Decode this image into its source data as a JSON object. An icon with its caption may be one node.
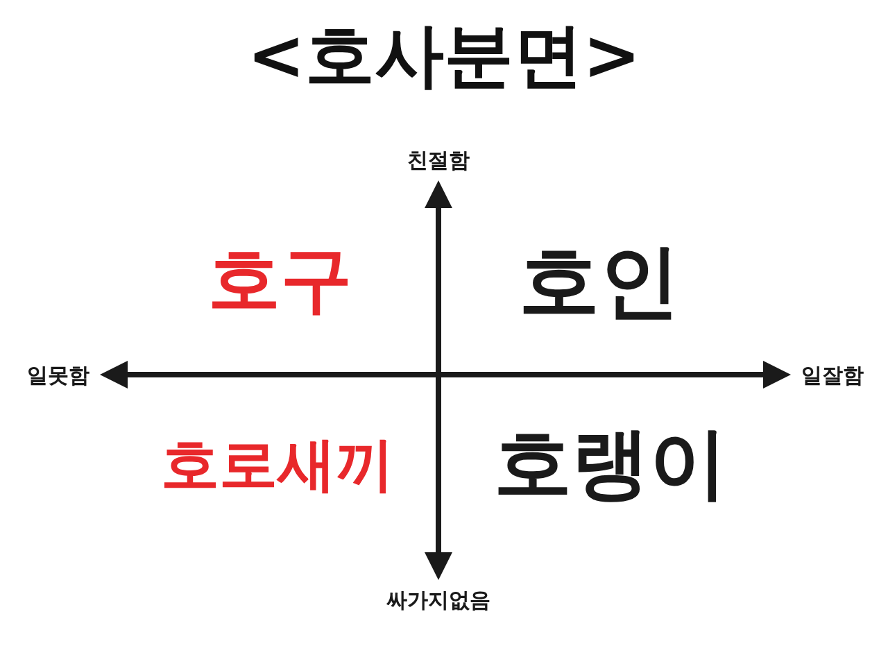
{
  "diagram": {
    "title": "<호사분면>",
    "labels": [
      "친절함",
      "호구",
      "호인",
      "일못함",
      "일잘함",
      "호로새끼",
      "호랭이",
      "싸가지없음"
    ]
  }
}
